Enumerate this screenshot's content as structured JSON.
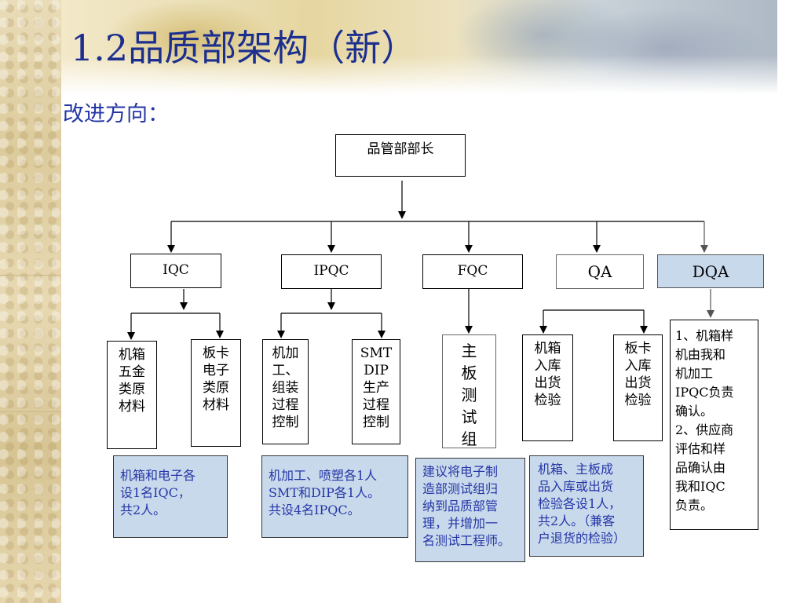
{
  "slide": {
    "title": "1.2品质部架构（新）",
    "subtitle": "改进方向："
  },
  "org": {
    "root": "品管部部长",
    "departments": [
      {
        "label": "IQC"
      },
      {
        "label": "IPQC"
      },
      {
        "label": "FQC"
      },
      {
        "label": "QA"
      },
      {
        "label": "DQA"
      }
    ],
    "subunits": {
      "iqc_case_metal": "机箱\n五金\n类原\n材料",
      "iqc_board": "板卡\n电子\n类原\n材料",
      "ipqc_machining": "机加\n工、\n组装\n过程\n控制",
      "ipqc_smt": "SMT\nDIP\n生产\n过程\n控制",
      "fqc_mainboard": "主\n板\n测\n试\n组",
      "qa_case": "机箱\n入库\n出货\n检验",
      "qa_board": "板卡\n入库\n出货\n检验",
      "dqa_desc": "1、机箱样\n机由我和\n机加工\nIPQC负责\n确认。\n2、供应商\n评估和样\n品确认由\n我和IQC\n负责。"
    },
    "notes": {
      "iqc": "机箱和电子各\n设1名IQC，\n共2人。",
      "ipqc": "机加工、喷塑各1人\nSMT和DIP各1人。\n共设4名IPQC。",
      "fqc": "建议将电子制\n造部测试组归\n纳到品质部管\n理，并增加一\n名测试工程师。",
      "qa": "机箱、主板成\n品入库或出货\n检验各设1人，\n共2人。（兼客\n户退货的检验）"
    }
  }
}
